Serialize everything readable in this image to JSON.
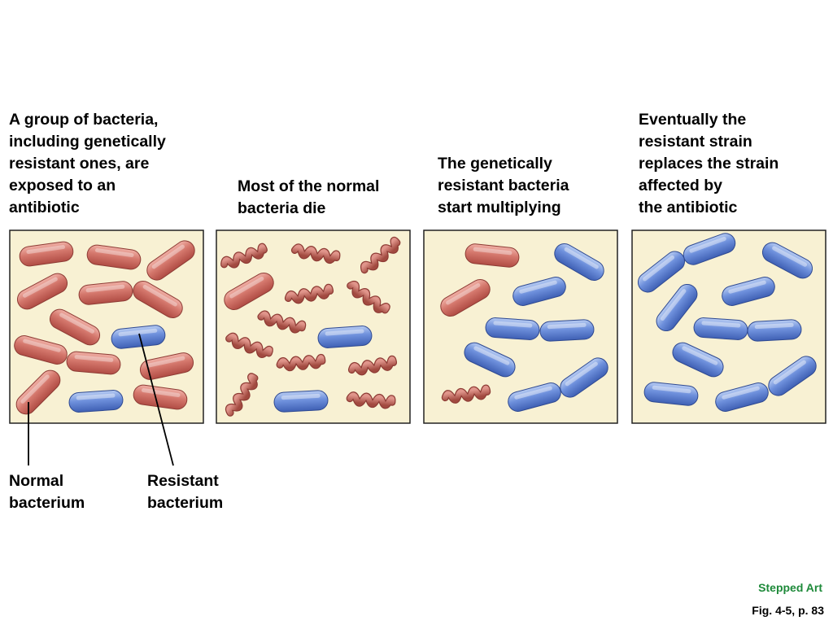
{
  "panels": [
    {
      "caption": "A group of bacteria,\nincluding genetically\nresistant ones, are\nexposed to an\nantibiotic"
    },
    {
      "caption": "Most of the normal\nbacteria die"
    },
    {
      "caption": "The genetically\nresistant bacteria\nstart multiplying"
    },
    {
      "caption": "Eventually the\nresistant strain\nreplaces the strain\naffected by\nthe antibiotic"
    }
  ],
  "labels": {
    "normal": "Normal\nbacterium",
    "resistant": "Resistant\nbacterium"
  },
  "footer": {
    "stepped_art": "Stepped Art",
    "figure_ref": "Fig. 4-5, p. 83"
  },
  "colors": {
    "panel_bg": "#f8f1d3",
    "normal_bacterium": "#c8625a",
    "resistant_bacterium": "#5a7fd0",
    "dead_bacterium": "#b4584e",
    "stepped_art_text": "#1e8a3a"
  }
}
